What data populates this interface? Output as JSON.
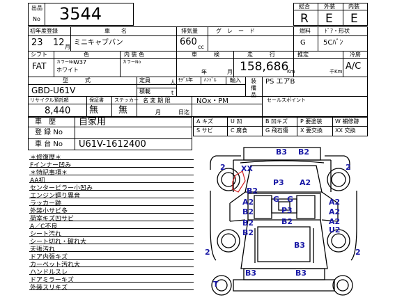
{
  "lot": {
    "label_top": "出品",
    "label_bottom": "No",
    "number": "3544"
  },
  "grades": {
    "overall_label": "総合",
    "overall": "R",
    "exterior_label": "外装",
    "exterior": "E",
    "interior_label": "内装",
    "interior": "E"
  },
  "row1": {
    "first_reg_label": "初年度登録",
    "year": "23",
    "month": "12",
    "month_unit": "月",
    "car_name_label": "車　　名",
    "car_name": "ミニキャブバン",
    "displacement_label": "排気量",
    "displacement": "660",
    "cc": "cc",
    "grade_label": "グ　レ　ー　ド",
    "fuel_label": "燃料",
    "fuel": "G",
    "doors_label": "ﾄﾞｱ・形状",
    "doors": "5Cﾊﾞﾝ"
  },
  "row2": {
    "shift_label": "シフト",
    "shift": "FAT",
    "color_label": "色",
    "color_no_label": "カラーNo",
    "color_no": "W37",
    "color": "ホワイト",
    "interior_color_label": "内 装 色",
    "interior_color_no_label": "カラーNo",
    "inspection_label": "車　　　検",
    "year_unit": "年",
    "month_unit": "月",
    "mileage_label": "走　　　行",
    "mileage": "158,686",
    "km_unit": "Km",
    "estimate_label": "推定",
    "thousand_km": "千Km",
    "ac_label": "冷房",
    "ac": "A/C"
  },
  "row3": {
    "model_label": "型　　　式",
    "model": "GBD-U61V",
    "capacity_label": "定員",
    "person_unit": "人",
    "load_label": "積載",
    "ton_unit": "t",
    "model_year_label": "ﾓﾃﾞﾙ年",
    "handle_label": "ﾊﾝﾄﾞﾙ",
    "import_label": "輸入",
    "equipment_label": "装備品",
    "equipment": "PS エアB"
  },
  "row4": {
    "recycle_label": "リサイクル預託額",
    "recycle": "8,440",
    "warranty_label": "保証書",
    "warranty": "無",
    "sticker_label": "ステッカー",
    "sticker": "無",
    "name_change_label": "名 変 期 限",
    "day_unit": "日迄",
    "month_unit": "月",
    "nox_label": "NOx・PM",
    "sales_point_label": "セールスポイント"
  },
  "history": {
    "label": "車　歴",
    "value": "自家用"
  },
  "registration": {
    "label": "登 録 No"
  },
  "chassis": {
    "label": "車 台 No",
    "value": "U61V-1612400"
  },
  "legend": [
    [
      "A キズ",
      "U 凹",
      "B 凹キズ",
      "W 補修跡"
    ],
    [
      "S サビ",
      "C 腐食",
      "G 飛石傷",
      "XX 交換"
    ],
    [
      "",
      "",
      "P 要塗装",
      ""
    ],
    [
      "",
      "",
      "X 要交換",
      ""
    ]
  ],
  "notes": [
    "＊修復歴＊",
    "Fインナー凹み",
    "＊特記事項＊",
    "AA初",
    "センターピラー小凹み",
    "エンジン廻り異音",
    "ラッカー跡",
    "外装小サビ多",
    "荷室キズ凹サビ",
    "A／C不良",
    "シート汚れ",
    "シート切れ・破れ大",
    "天張汚れ",
    "ドア内張キズ",
    "カーペット汚れ大",
    "ハンドルスレ",
    "ドアミラーキズ",
    "外装スリキズ"
  ],
  "diagram": {
    "marks": [
      "B3",
      "B2",
      "2",
      "XX",
      "2",
      "P3",
      "A2",
      "B2",
      "G",
      "G",
      "A2",
      "B2",
      "A2",
      "A2",
      "P3",
      "B2",
      "B2",
      "A2",
      "B2",
      "U2",
      "B3",
      "2",
      "2",
      "B3",
      "B3",
      "T"
    ]
  }
}
